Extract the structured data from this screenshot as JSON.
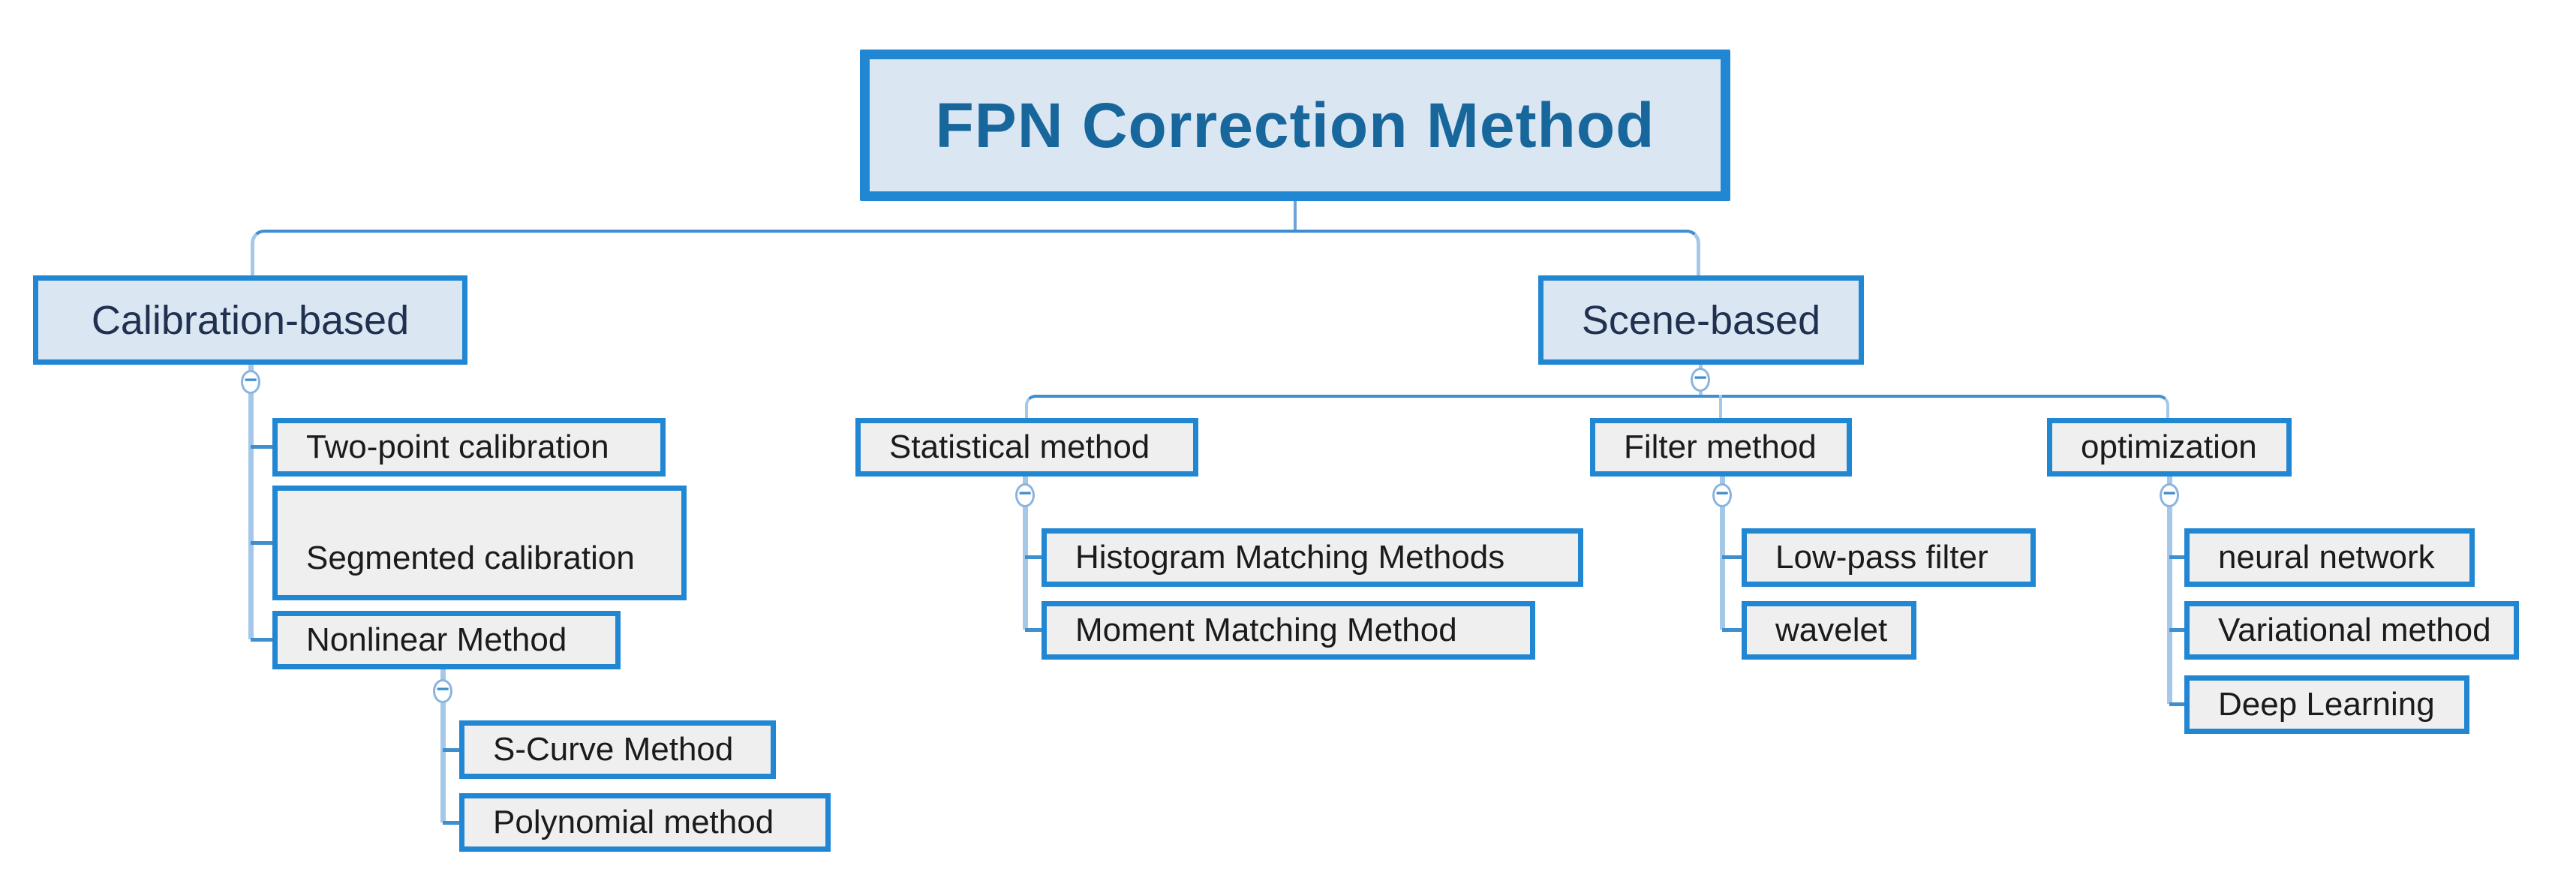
{
  "nodes": {
    "root": {
      "label": "FPN Correction Method"
    },
    "calibration": {
      "label": "Calibration-based"
    },
    "two_point": {
      "label": "Two-point calibration"
    },
    "segmented": {
      "label": "Segmented calibration"
    },
    "nonlinear": {
      "label": "Nonlinear Method"
    },
    "s_curve": {
      "label": "S-Curve Method"
    },
    "polynomial": {
      "label": "Polynomial method"
    },
    "scene": {
      "label": "Scene-based"
    },
    "statistical": {
      "label": "Statistical method"
    },
    "histogram": {
      "label": "Histogram Matching Methods"
    },
    "moment": {
      "label": "Moment Matching Method"
    },
    "filter": {
      "label": "Filter method"
    },
    "low_pass": {
      "label": "Low-pass filter"
    },
    "wavelet": {
      "label": "wavelet"
    },
    "optimization": {
      "label": "optimization"
    },
    "neural": {
      "label": "neural network"
    },
    "variational": {
      "label": "Variational method"
    },
    "deep": {
      "label": "Deep Learning"
    }
  },
  "icons": {
    "collapse_minus": "−"
  },
  "colors": {
    "node_border": "#2287d3",
    "branch_fill": "#dbe6f3",
    "leaf_fill": "#efefef",
    "root_text": "#17679c",
    "branch_text": "#203150",
    "leaf_text": "#1b1b1b",
    "connector_dark": "#3f8ed3",
    "connector_light": "#a5c8e9"
  }
}
